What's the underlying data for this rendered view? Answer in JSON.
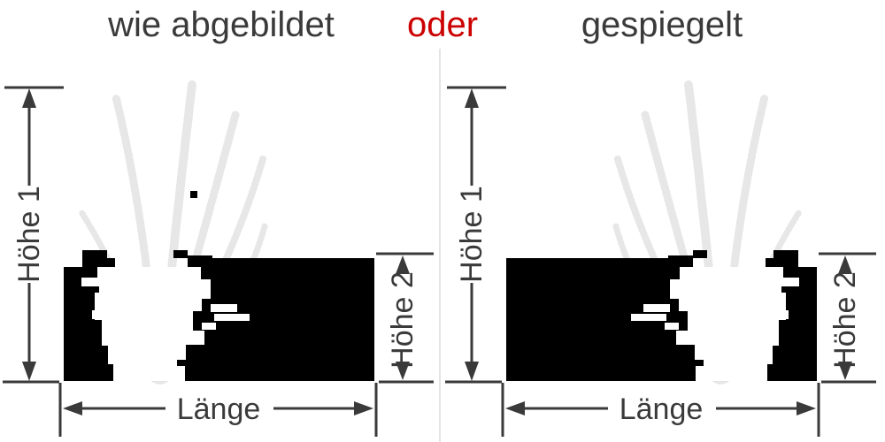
{
  "header": {
    "left_title": "wie abgebildet",
    "conjunction": "oder",
    "right_title": "gespiegelt"
  },
  "dimension_labels": {
    "height1": "Höhe 1",
    "height2": "Höhe 2",
    "length": "Länge"
  },
  "figure": {
    "left_variant": "as pictured (grass tuft at left end of planter)",
    "right_variant": "mirrored (grass tuft at right end of planter)"
  },
  "colors": {
    "title_text": "#3a3a3a",
    "accent_red": "#cc0000",
    "dimension_lines": "#3a3a3a",
    "planter_black": "#000000",
    "divider_gray": "#e4e4e4",
    "grass_tint": "#e7e7e7",
    "background": "#ffffff"
  }
}
